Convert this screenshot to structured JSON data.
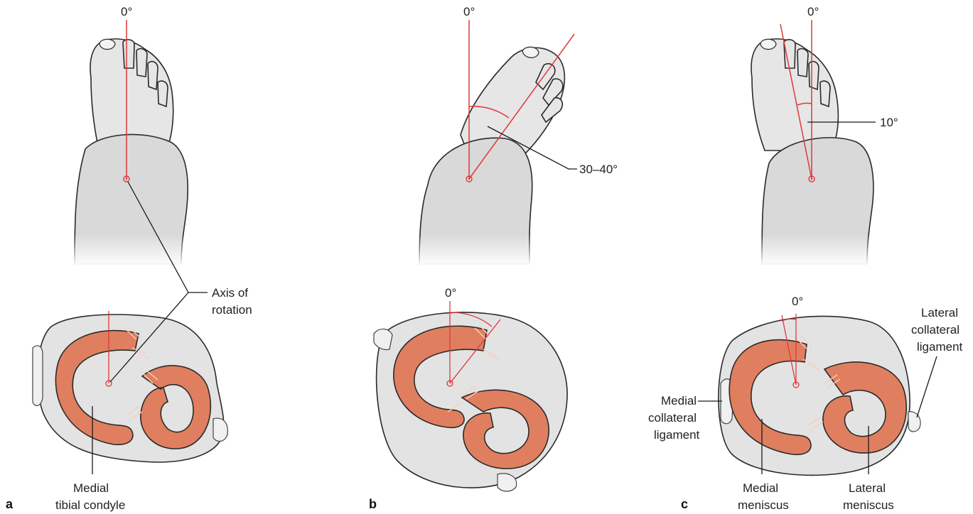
{
  "panels": {
    "a": {
      "letter": "a",
      "top_angle_label": "0°",
      "axis_label_line1": "Axis of",
      "axis_label_line2": "rotation",
      "condyle_label_line1": "Medial",
      "condyle_label_line2": "tibial condyle"
    },
    "b": {
      "letter": "b",
      "top_angle_label": "0°",
      "rotation_label": "30–40°",
      "plateau_angle_label": "0°"
    },
    "c": {
      "letter": "c",
      "top_angle_label": "0°",
      "rotation_label": "10°",
      "plateau_angle_label": "0°",
      "lcl_line1": "Lateral",
      "lcl_line2": "collateral",
      "lcl_line3": "ligament",
      "mcl_line1": "Medial",
      "mcl_line2": "collateral",
      "mcl_line3": "ligament",
      "med_men_line1": "Medial",
      "med_men_line2": "meniscus",
      "lat_men_line1": "Lateral",
      "lat_men_line2": "meniscus"
    }
  },
  "colors": {
    "axis_line": "#e0383a",
    "meniscus": "#e07f5f",
    "skin": "#e6e6e6",
    "leader": "#1a1a1a"
  }
}
